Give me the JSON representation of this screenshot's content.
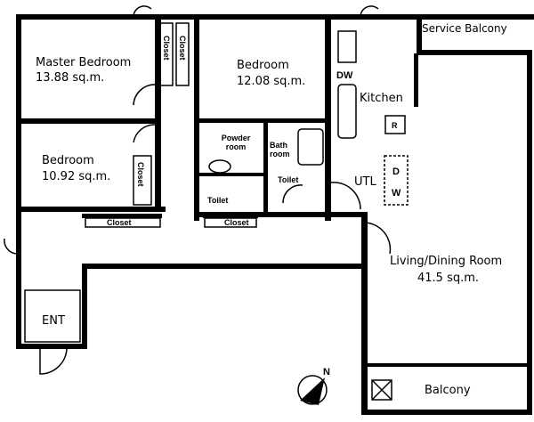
{
  "rooms": {
    "master_bedroom": {
      "name": "Master Bedroom",
      "area": "13.88 sq.m."
    },
    "bedroom_2": {
      "name": "Bedroom",
      "area": "12.08 sq.m."
    },
    "bedroom_3": {
      "name": "Bedroom",
      "area": "10.92 sq.m."
    },
    "living": {
      "name": "Living/Dining Room",
      "area": "41.5 sq.m."
    },
    "kitchen": "Kitchen",
    "service_balcony": "Service Balcony",
    "balcony": "Balcony",
    "entrance": "ENT",
    "utility": "UTL",
    "powder_room": "Powder room",
    "bath_room": "Bath room",
    "toilet_1": "Toilet",
    "toilet_2": "Toilet"
  },
  "fixtures": {
    "dishwasher": "DW",
    "refrigerator": "R",
    "washer_dryer_d": "D",
    "washer_dryer_w": "W",
    "closet": "Closet",
    "north": "N"
  }
}
